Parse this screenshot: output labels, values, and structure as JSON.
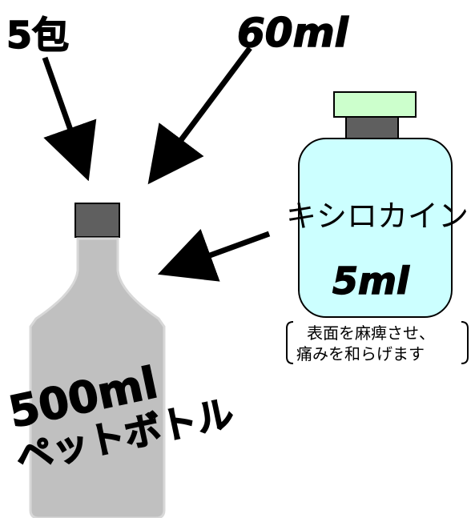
{
  "labels": {
    "packets": "5包",
    "water": "60ml",
    "anesthetic_name": "キシロカイン",
    "anesthetic_volume": "5ml",
    "note_line1": "表面を麻痺させ、",
    "note_line2": "痛みを和らげます",
    "bottle_volume": "500ml",
    "bottle_type": "ペットボトル"
  },
  "colors": {
    "bottle_body": "#c0c0c0",
    "bottle_cap": "#5f5f5f",
    "vial_body": "#ccffff",
    "vial_cap": "#ccffcc",
    "vial_neck": "#5f5f5f",
    "outline": "#000000"
  }
}
